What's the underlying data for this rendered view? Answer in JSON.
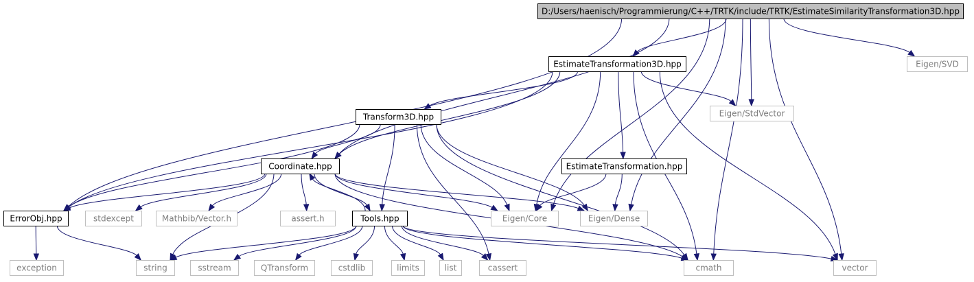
{
  "diagram": {
    "colors": {
      "edge": "#191970",
      "root_fill": "#bfbfbf",
      "local_fill": "#ffffff",
      "local_stroke": "#000000",
      "system_stroke": "#bfbfbf",
      "system_text": "#7f7f7f",
      "text": "#000000"
    },
    "nodes": [
      {
        "id": "root",
        "label": "D:/Users/haenisch/Programmierung/C++/TRTK/include/TRTK/EstimateSimilarityTransformation3D.hpp",
        "kind": "root"
      },
      {
        "id": "et3d",
        "label": "EstimateTransformation3D.hpp",
        "kind": "local"
      },
      {
        "id": "svd",
        "label": "Eigen/SVD",
        "kind": "system"
      },
      {
        "id": "stdvector",
        "label": "Eigen/StdVector",
        "kind": "system"
      },
      {
        "id": "t3d",
        "label": "Transform3D.hpp",
        "kind": "local"
      },
      {
        "id": "coord",
        "label": "Coordinate.hpp",
        "kind": "local"
      },
      {
        "id": "et",
        "label": "EstimateTransformation.hpp",
        "kind": "local"
      },
      {
        "id": "errobj",
        "label": "ErrorObj.hpp",
        "kind": "local"
      },
      {
        "id": "stdexcept",
        "label": "stdexcept",
        "kind": "system"
      },
      {
        "id": "mathvec",
        "label": "Mathbib/Vector.h",
        "kind": "system"
      },
      {
        "id": "asserth",
        "label": "assert.h",
        "kind": "system"
      },
      {
        "id": "tools",
        "label": "Tools.hpp",
        "kind": "local"
      },
      {
        "id": "eigcore",
        "label": "Eigen/Core",
        "kind": "system"
      },
      {
        "id": "eigdense",
        "label": "Eigen/Dense",
        "kind": "system"
      },
      {
        "id": "exception",
        "label": "exception",
        "kind": "system"
      },
      {
        "id": "string",
        "label": "string",
        "kind": "system"
      },
      {
        "id": "sstream",
        "label": "sstream",
        "kind": "system"
      },
      {
        "id": "qtransform",
        "label": "QTransform",
        "kind": "system"
      },
      {
        "id": "cstdlib",
        "label": "cstdlib",
        "kind": "system"
      },
      {
        "id": "limits",
        "label": "limits",
        "kind": "system"
      },
      {
        "id": "list",
        "label": "list",
        "kind": "system"
      },
      {
        "id": "cassert",
        "label": "cassert",
        "kind": "system"
      },
      {
        "id": "cmath",
        "label": "cmath",
        "kind": "system"
      },
      {
        "id": "vector",
        "label": "vector",
        "kind": "system"
      }
    ],
    "edges": [
      [
        "root",
        "et3d"
      ],
      [
        "root",
        "svd"
      ],
      [
        "root",
        "stdvector"
      ],
      [
        "root",
        "eigcore"
      ],
      [
        "root",
        "eigdense"
      ],
      [
        "root",
        "cmath"
      ],
      [
        "root",
        "vector"
      ],
      [
        "root",
        "coord"
      ],
      [
        "root",
        "errobj"
      ],
      [
        "et3d",
        "t3d"
      ],
      [
        "et3d",
        "stdvector"
      ],
      [
        "et3d",
        "et"
      ],
      [
        "et3d",
        "eigcore"
      ],
      [
        "et3d",
        "cmath"
      ],
      [
        "et3d",
        "vector"
      ],
      [
        "et3d",
        "coord"
      ],
      [
        "et3d",
        "errobj"
      ],
      [
        "t3d",
        "coord"
      ],
      [
        "t3d",
        "errobj"
      ],
      [
        "t3d",
        "tools"
      ],
      [
        "t3d",
        "eigcore"
      ],
      [
        "t3d",
        "eigdense"
      ],
      [
        "t3d",
        "cassert"
      ],
      [
        "t3d",
        "cmath"
      ],
      [
        "et",
        "eigcore"
      ],
      [
        "et",
        "eigdense"
      ],
      [
        "coord",
        "errobj"
      ],
      [
        "coord",
        "stdexcept"
      ],
      [
        "coord",
        "mathvec"
      ],
      [
        "coord",
        "asserth"
      ],
      [
        "coord",
        "tools"
      ],
      [
        "coord",
        "eigcore"
      ],
      [
        "coord",
        "eigdense"
      ],
      [
        "coord",
        "string"
      ],
      [
        "coord",
        "cmath"
      ],
      [
        "tools",
        "coord"
      ],
      [
        "tools",
        "string"
      ],
      [
        "tools",
        "sstream"
      ],
      [
        "tools",
        "qtransform"
      ],
      [
        "tools",
        "cstdlib"
      ],
      [
        "tools",
        "limits"
      ],
      [
        "tools",
        "list"
      ],
      [
        "tools",
        "cassert"
      ],
      [
        "tools",
        "cmath"
      ],
      [
        "tools",
        "vector"
      ],
      [
        "errobj",
        "exception"
      ],
      [
        "errobj",
        "string"
      ]
    ]
  }
}
